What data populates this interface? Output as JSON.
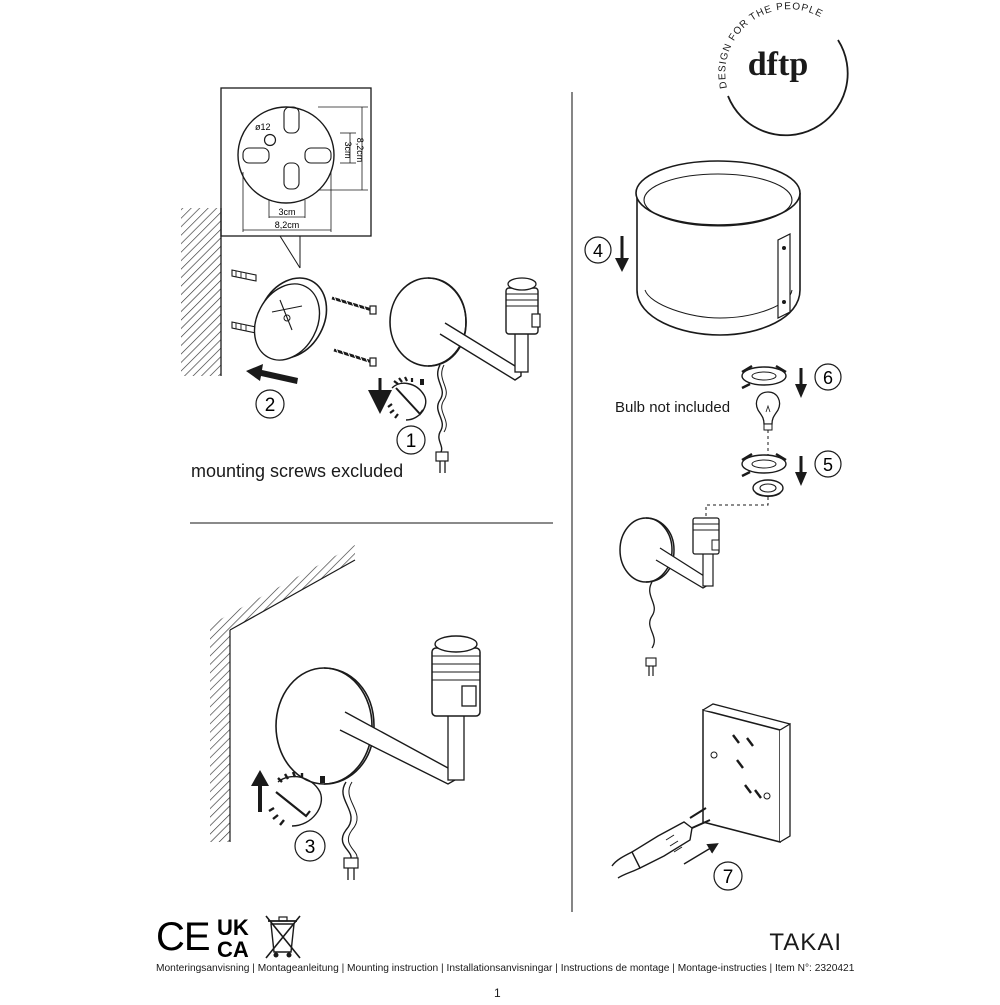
{
  "brand": {
    "logo_text": "dftp",
    "tagline": "DESIGN FOR THE PEOPLE"
  },
  "diagram": {
    "dim_hole": "ø12",
    "dim_vertical_small": "3cm",
    "dim_vertical_large": "8,2cm",
    "dim_horizontal_small": "3cm",
    "dim_horizontal_large": "8,2cm"
  },
  "steps": {
    "s1": "1",
    "s2": "2",
    "s3": "3",
    "s4": "4",
    "s5": "5",
    "s6": "6",
    "s7": "7"
  },
  "notes": {
    "screws": "mounting screws excluded",
    "bulb": "Bulb not included"
  },
  "certifications": {
    "ce": "CE",
    "ukca_top": "UK",
    "ukca_bottom": "CA"
  },
  "product": {
    "name": "TAKAI"
  },
  "footer": {
    "instructions": "Monteringsanvisning | Montageanleitung | Mounting instruction | Installationsanvisningar | Instructions de montage | Montage-instructies | Item N°: 2320421",
    "page_number": "1"
  }
}
